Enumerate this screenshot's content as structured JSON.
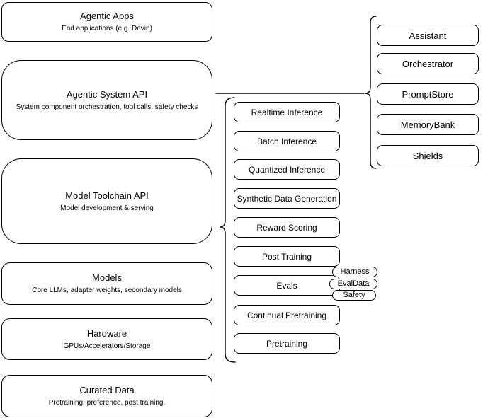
{
  "layers": [
    {
      "title": "Agentic Apps",
      "subtitle": "End applications (e.g. Devin)"
    },
    {
      "title": "Agentic System API",
      "subtitle": "System component orchestration, tool calls, safety checks"
    },
    {
      "title": "Model Toolchain API",
      "subtitle": "Model development & serving"
    },
    {
      "title": "Models",
      "subtitle": "Core LLMs, adapter weights, secondary models"
    },
    {
      "title": "Hardware",
      "subtitle": "GPUs/Accelerators/Storage"
    },
    {
      "title": "Curated Data",
      "subtitle": "Pretraining, preference, post training."
    }
  ],
  "toolchain_items": [
    "Realtime Inference",
    "Batch Inference",
    "Quantized Inference",
    "Synthetic Data Generation",
    "Reward Scoring",
    "Post Training",
    "Evals",
    "Continual Pretraining",
    "Pretraining"
  ],
  "evals_badges": [
    "Harness",
    "EvalData",
    "Safety"
  ],
  "system_components": [
    "Assistant",
    "Orchestrator",
    "PromptStore",
    "MemoryBank",
    "Shields"
  ],
  "colors": {
    "stroke": "#000000",
    "background": "#ffffff"
  }
}
